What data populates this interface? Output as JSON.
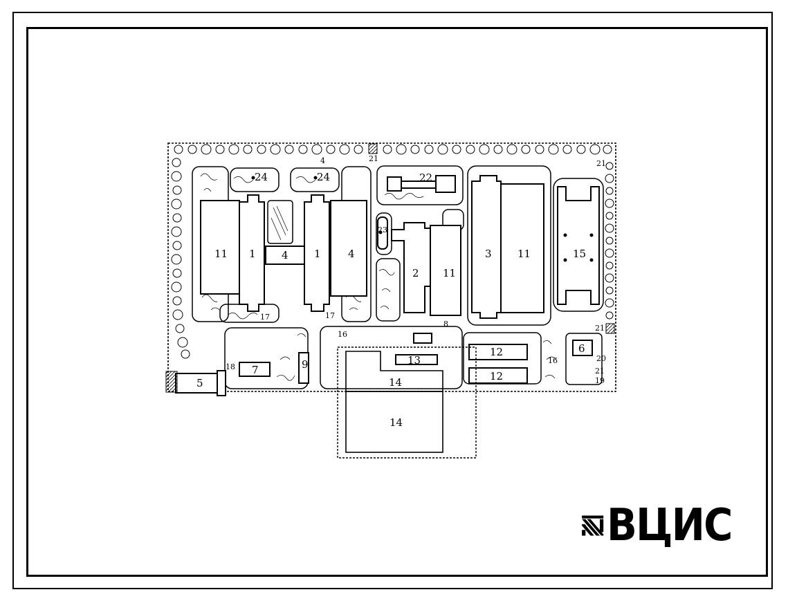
{
  "logo": {
    "text": "ВЦИС"
  },
  "labels": {
    "b1a": "1",
    "b1b": "1",
    "b2": "2",
    "b3": "3",
    "b4a": "4",
    "b4b": "4",
    "b4c": "4",
    "b5": "5",
    "b6": "6",
    "b7": "7",
    "b8": "8",
    "b9": "9",
    "b11a": "11",
    "b11b": "11",
    "b11c": "11",
    "b12a": "12",
    "b12b": "12",
    "b13": "13",
    "b14a": "14",
    "b14b": "14",
    "b15": "15",
    "b16a": "16",
    "b16b": "16",
    "b17a": "17",
    "b17b": "17",
    "b18": "18",
    "b19": "19",
    "b20": "20",
    "b21a": "21",
    "b21b": "21",
    "b21c": "21",
    "b21d": "21",
    "b22": "22",
    "b23": "23",
    "b24a": "24",
    "b24b": "24"
  },
  "colors": {
    "ink": "#000000",
    "paper": "#ffffff"
  }
}
